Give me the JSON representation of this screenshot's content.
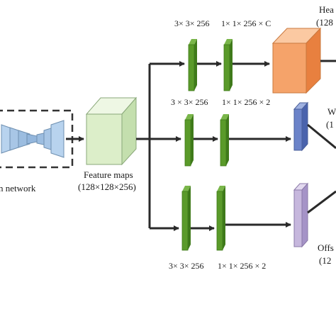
{
  "labels": {
    "backbone": "n network",
    "feature_maps": "Feature maps",
    "feature_maps_dims": "(128×128×256)",
    "branch_top_conv1": "3× 3× 256",
    "branch_top_conv2": "1× 1× 256 × C",
    "branch_mid_conv1": "3 × 3× 256",
    "branch_mid_conv2": "1× 1× 256 × 2",
    "branch_bot_conv1": "3× 3× 256",
    "branch_bot_conv2": "1× 1× 256 × 2",
    "heatmap_title": "Hea",
    "heatmap_dims": "(128",
    "wh_title": "W",
    "wh_dims": "(1",
    "offset_title": "Offs",
    "offset_dims": "(12"
  },
  "colors": {
    "conv_front": "#5a9a2a",
    "conv_side": "#3f7a1a",
    "feature_front": "#dceec9",
    "heatmap_front": "#f5a36a",
    "wh_front": "#6b83c9",
    "offset_front": "#c6b7dd",
    "arrow": "#2a2a2a"
  }
}
